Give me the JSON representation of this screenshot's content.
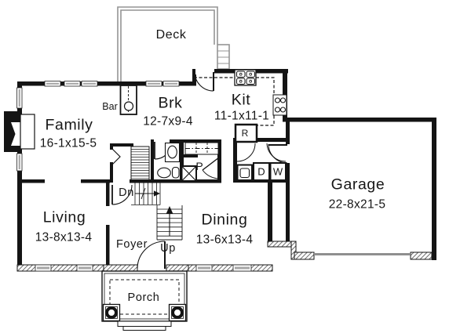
{
  "colors": {
    "wall": "#141414",
    "line": "#141414",
    "railing_gray": "#949494",
    "garage_door_gray": "#8f8f8f",
    "background": "#ffffff"
  },
  "rooms": {
    "deck": {
      "label": "Deck",
      "dims": ""
    },
    "family": {
      "label": "Family",
      "dims": "16-1x15-5"
    },
    "brk": {
      "label": "Brk",
      "dims": "12-7x9-4"
    },
    "kit": {
      "label": "Kit",
      "dims": "11-1x11-1"
    },
    "garage": {
      "label": "Garage",
      "dims": "22-8x21-5"
    },
    "living": {
      "label": "Living",
      "dims": "13-8x13-4"
    },
    "dining": {
      "label": "Dining",
      "dims": "13-6x13-4"
    },
    "foyer": {
      "label": "Foyer",
      "dims": ""
    },
    "porch": {
      "label": "Porch",
      "dims": ""
    },
    "bar": {
      "label": "Bar",
      "dims": ""
    }
  },
  "stairs": {
    "up_label": "Up",
    "down_label": "Dn"
  },
  "appliances": {
    "refrigerator": "R",
    "dryer": "D",
    "washer": "W",
    "pantry": "P"
  }
}
